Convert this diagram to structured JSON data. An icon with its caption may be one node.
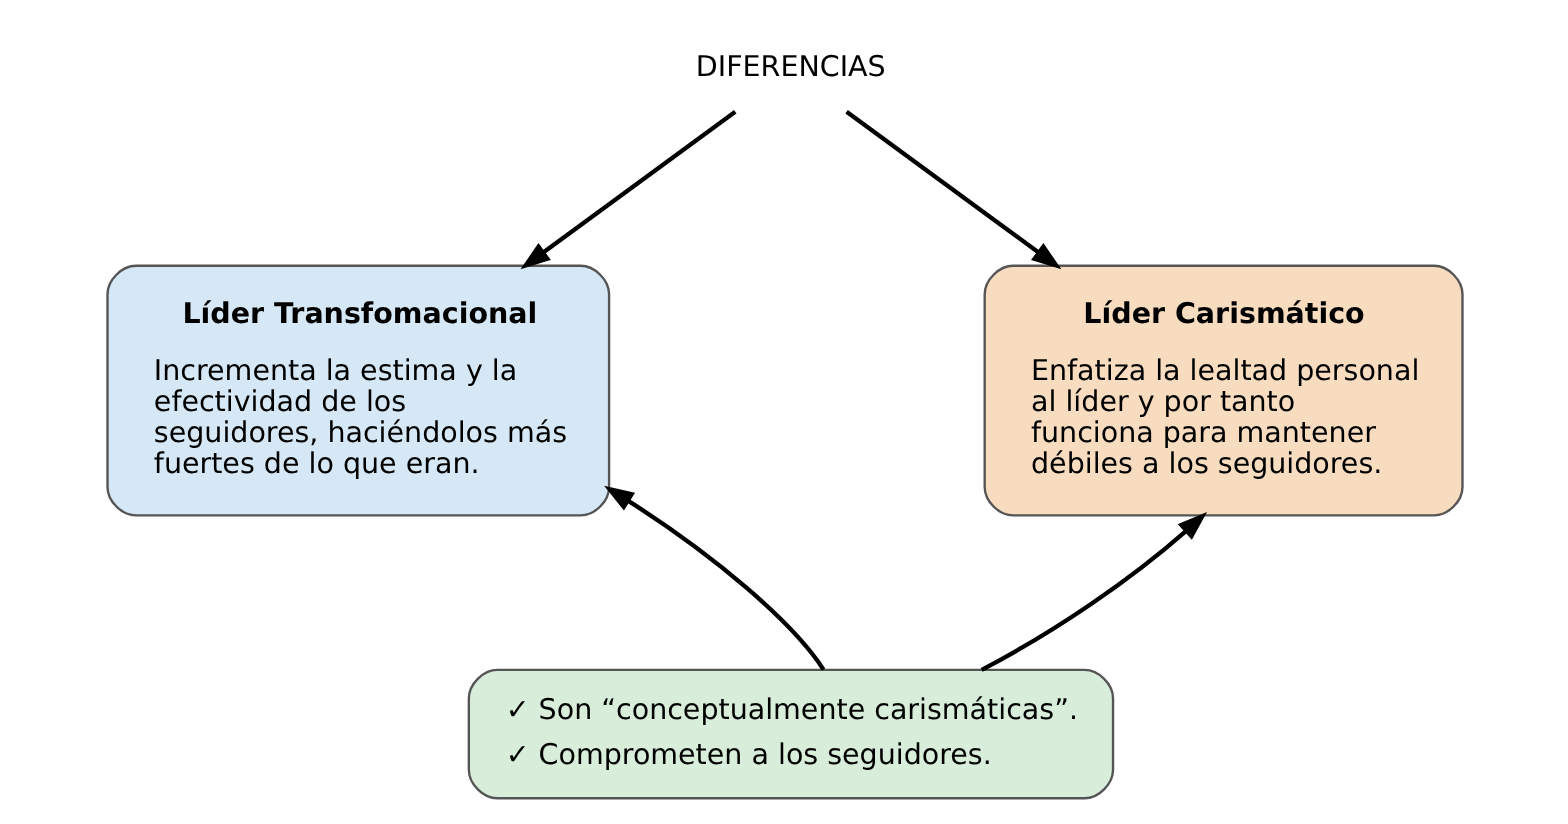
{
  "diagram": {
    "nodes": [
      {
        "text": [
          "DIFERENCIAS"
        ]
      },
      {
        "text": [
          "Líder Transfomacional",
          "Incrementa la estima y la efectividad de los seguidores, haciéndolos más fuertes de lo que eran."
        ]
      },
      {
        "text": [
          "Líder Carismático",
          "Enfatiza la lealtad personal al líder y por tanto funciona para mantener débiles a los seguidores."
        ]
      },
      {
        "text": [
          "✓ Son “conceptualmente carismáticas”.",
          "✓ Comprometen a los seguidores."
        ]
      }
    ],
    "edges": [
      {
        "from": 0,
        "to": 1,
        "arrow": "to"
      },
      {
        "from": 0,
        "to": 2,
        "arrow": "to"
      },
      {
        "from": 3,
        "to": 1,
        "arrow": "to"
      },
      {
        "from": 3,
        "to": 2,
        "arrow": "to"
      }
    ]
  }
}
